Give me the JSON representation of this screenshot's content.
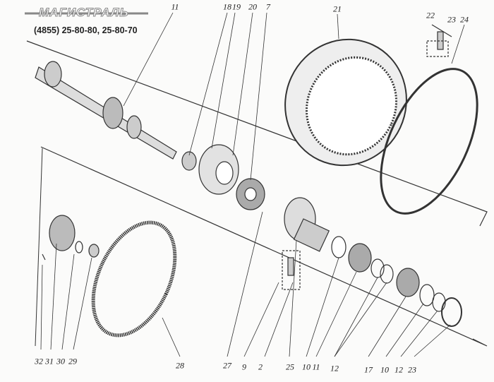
{
  "header": {
    "logo_text": "МАГИСТРАЛЬ",
    "phone": "(4855) 25-80-80, 25-80-70"
  },
  "labels": {
    "top": [
      "11",
      "18",
      "19",
      "20",
      "7",
      "21",
      "22",
      "23",
      "24"
    ],
    "bottom": [
      "32",
      "31",
      "30",
      "29",
      "28",
      "27",
      "9",
      "2",
      "25",
      "10",
      "11",
      "12",
      "17",
      "10",
      "12",
      "23"
    ]
  }
}
